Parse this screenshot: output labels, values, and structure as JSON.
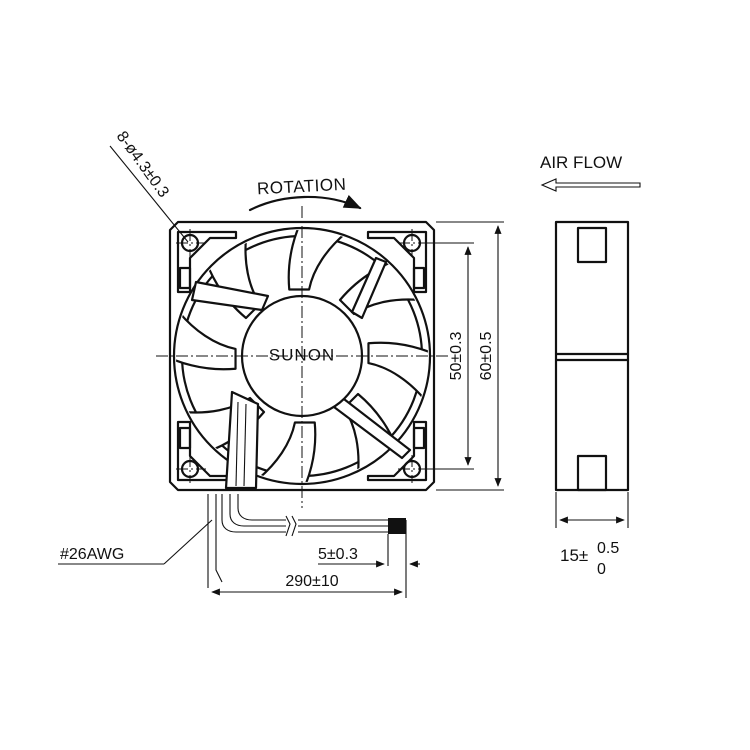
{
  "manufacturer": "SUNON",
  "front_view": {
    "rotation_label": "ROTATION",
    "holes_label": "8-ø4.3±0.3",
    "hole_pitch_label": "50±0.3",
    "frame_size_label": "60±0.5",
    "wire_gauge_label": "#26AWG",
    "strip_length_label": "5±0.3",
    "lead_length_label": "290±10"
  },
  "side_view": {
    "airflow_label": "AIR FLOW",
    "thickness_base": "15±",
    "thickness_upper": "0.5",
    "thickness_lower": "0"
  },
  "colors": {
    "line": "#111111",
    "background": "#ffffff"
  }
}
